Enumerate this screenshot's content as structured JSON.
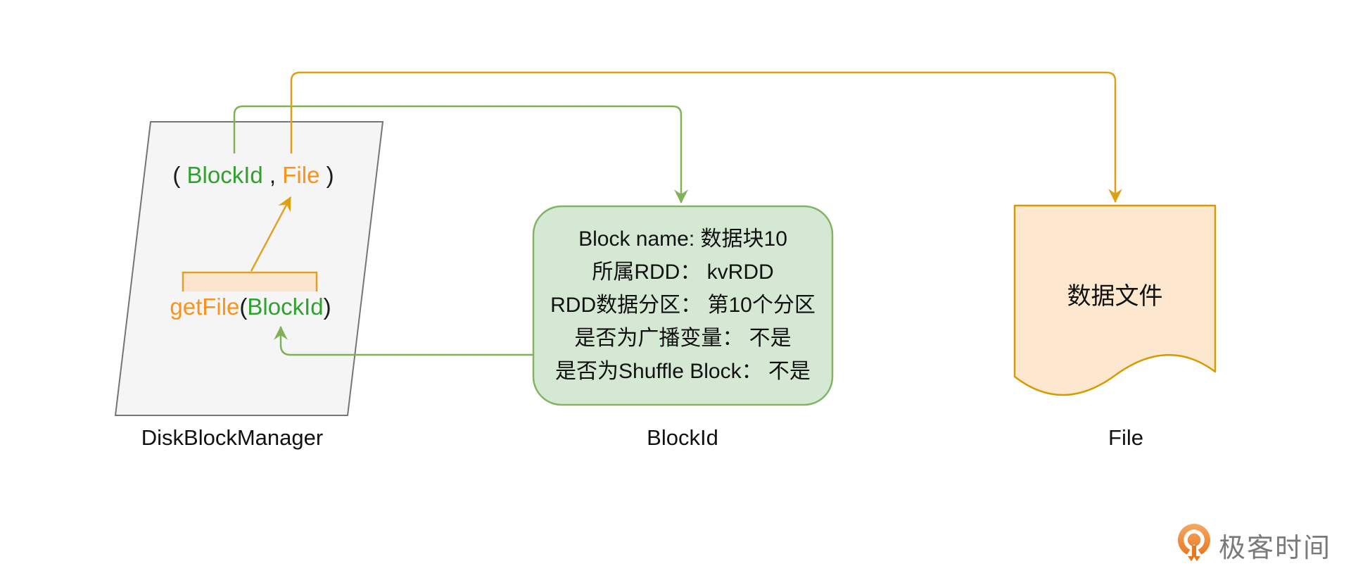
{
  "diagram": {
    "disk_block_manager": {
      "label": "DiskBlockManager",
      "tuple": {
        "open_paren": "( ",
        "block_id": "BlockId",
        "comma": " , ",
        "file": "File",
        "close_paren": " )"
      },
      "method": {
        "name": "getFile",
        "open_paren": "(",
        "arg": "BlockId",
        "close_paren": ")"
      }
    },
    "block_id_box": {
      "label": "BlockId",
      "lines": [
        "Block name: 数据块10",
        "所属RDD： kvRDD",
        "RDD数据分区： 第10个分区",
        "是否为广播变量： 不是",
        "是否为Shuffle Block： 不是"
      ]
    },
    "file_doc": {
      "label": "File",
      "text": "数据文件"
    }
  },
  "logo": {
    "text": "极客时间"
  },
  "colors": {
    "green_text": "#2FA12E",
    "orange_text": "#F7941D",
    "green_line": "#7FB159",
    "green_box_fill": "#D5E8D4",
    "green_box_border": "#82B366",
    "orange_line": "#DEA013",
    "doc_fill": "#FDE8CF",
    "doc_border": "#D79B00",
    "highlight_fill": "#FCE5CD",
    "highlight_border": "#E0A226",
    "panel_fill": "#F5F5F5",
    "panel_border": "#757575",
    "logo_text": "#7A7A7A"
  }
}
